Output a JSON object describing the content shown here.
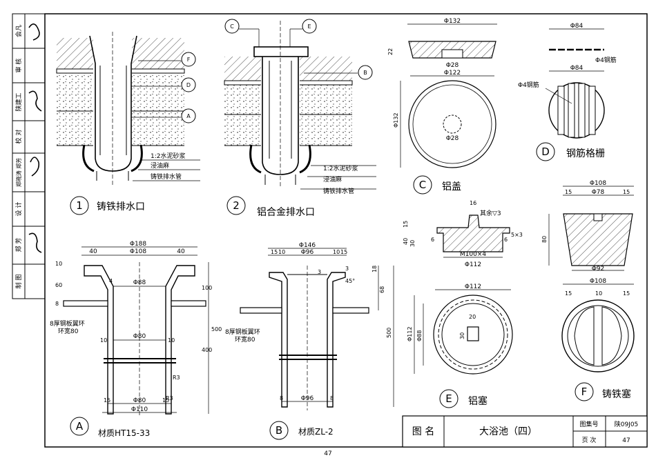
{
  "sidebar": {
    "roles": [
      "会凡",
      "审 核",
      "陕建工",
      "校 对",
      "郑晓涛 郑芳",
      "设 计",
      "郑 芳",
      "制 图"
    ]
  },
  "details": {
    "d1": {
      "num": "1",
      "caption": "铸铁排水口",
      "labels": [
        "1:2水泥砂浆",
        "浸油麻",
        "铸铁排水管"
      ],
      "refs": [
        "F",
        "D",
        "A"
      ]
    },
    "d2": {
      "num": "2",
      "caption": "铝合金排水口",
      "labels": [
        "1:2水泥砂浆",
        "浸油麻",
        "铸铁排水管"
      ],
      "refs": [
        "C",
        "E",
        "B"
      ]
    },
    "dA": {
      "num": "A",
      "caption": "材质HT15-33",
      "dims": [
        "Φ188",
        "Φ108",
        "40",
        "40",
        "10",
        "60",
        "8",
        "4",
        "Φ88",
        "100",
        "500",
        "400",
        "10",
        "Φ80",
        "10",
        "R3",
        "R3",
        "15",
        "Φ80",
        "15",
        "Φ110"
      ],
      "note1": "8厚钢板翼环",
      "note2": "环宽80"
    },
    "dB": {
      "num": "B",
      "caption": "材质ZL-2",
      "dims": [
        "Φ146",
        "15",
        "10",
        "Φ96",
        "10",
        "15",
        "3",
        "3",
        "45°",
        "18",
        "68",
        "500",
        "8",
        "Φ96",
        "8"
      ],
      "note1": "8厚钢板翼环",
      "note2": "环宽80"
    },
    "dC": {
      "num": "C",
      "caption": "铝盖",
      "dims": [
        "Φ132",
        "22",
        "Φ28",
        "Φ122",
        "Φ132",
        "Φ28"
      ]
    },
    "dD": {
      "num": "D",
      "caption": "钢筋格栅",
      "dims": [
        "Φ84",
        "Φ4钢筋",
        "Φ84",
        "Φ4钢筋"
      ]
    },
    "dE": {
      "num": "E",
      "caption": "铝塞",
      "dims": [
        "16",
        "其余▽3",
        "15",
        "40",
        "30",
        "6",
        "6",
        "5×3",
        "M100×4",
        "Φ112",
        "Φ112",
        "Φ112",
        "Φ88",
        "20",
        "30"
      ]
    },
    "dF": {
      "num": "F",
      "caption": "铸铁塞",
      "dims": [
        "Φ108",
        "15",
        "Φ78",
        "15",
        "80",
        "Φ92",
        "Φ108",
        "15",
        "10",
        "15"
      ]
    }
  },
  "titleblock": {
    "label": "图  名",
    "title": "大浴池（四）",
    "set_label": "图集号",
    "set_value": "陕09J05",
    "page_label": "页  次",
    "page_value": "47"
  },
  "footer": {
    "page": "47"
  }
}
